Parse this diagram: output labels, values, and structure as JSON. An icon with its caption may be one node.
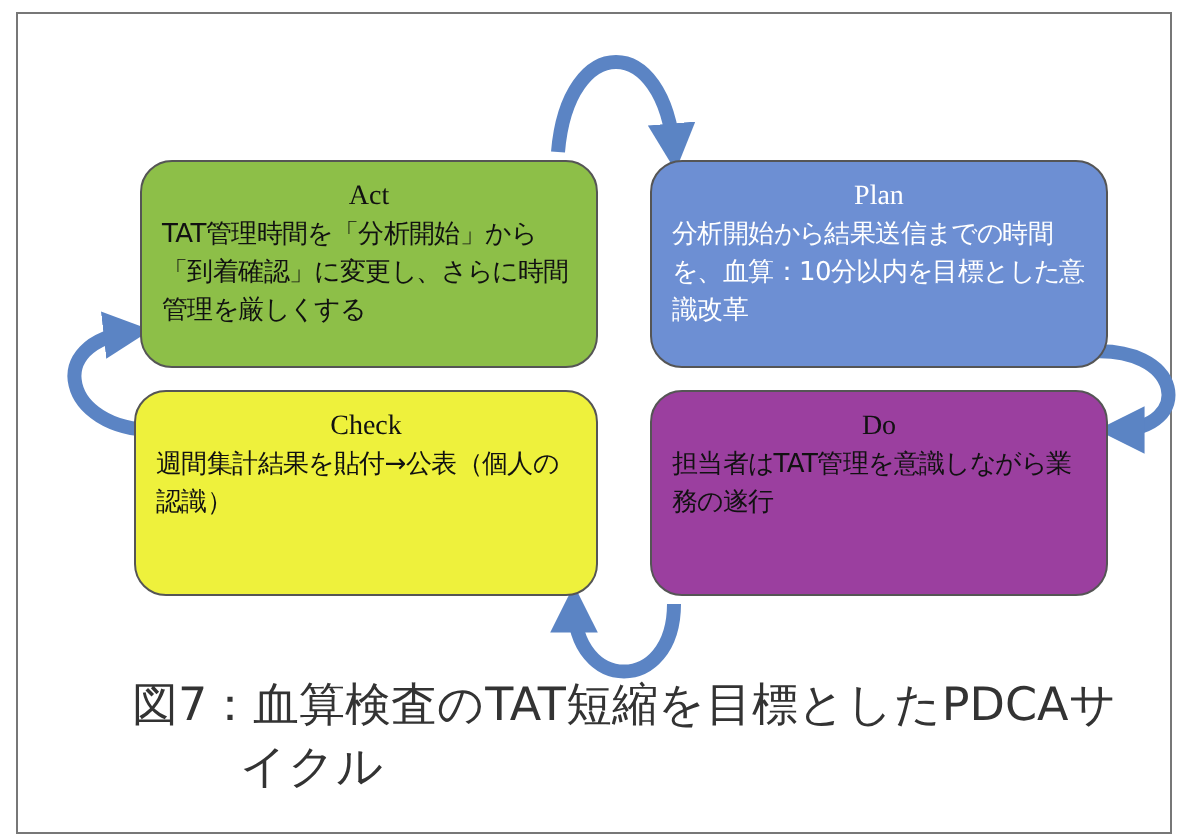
{
  "diagram": {
    "caption": "図7：血算検査のTAT短縮を目標としたPDCAサイクル",
    "nodes": [
      {
        "text": [
          "Act",
          "TAT管理時間を「分析開始」から「到着確認」に変更し、さらに時間管理を厳しくする"
        ]
      },
      {
        "text": [
          "Plan",
          "分析開始から結果送信までの時間を、血算：10分以内を目標とした意識改革"
        ]
      },
      {
        "text": [
          "Check",
          "週間集計結果を貼付→公表（個人の認識）"
        ]
      },
      {
        "text": [
          "Do",
          "担当者はTAT管理を意識しながら業務の遂行"
        ]
      }
    ],
    "edges": [
      {
        "from": 0,
        "to": 1,
        "arrow": "to"
      },
      {
        "from": 1,
        "to": 3,
        "arrow": "to"
      },
      {
        "from": 3,
        "to": 2,
        "arrow": "to"
      },
      {
        "from": 2,
        "to": 0,
        "arrow": "to"
      }
    ]
  }
}
